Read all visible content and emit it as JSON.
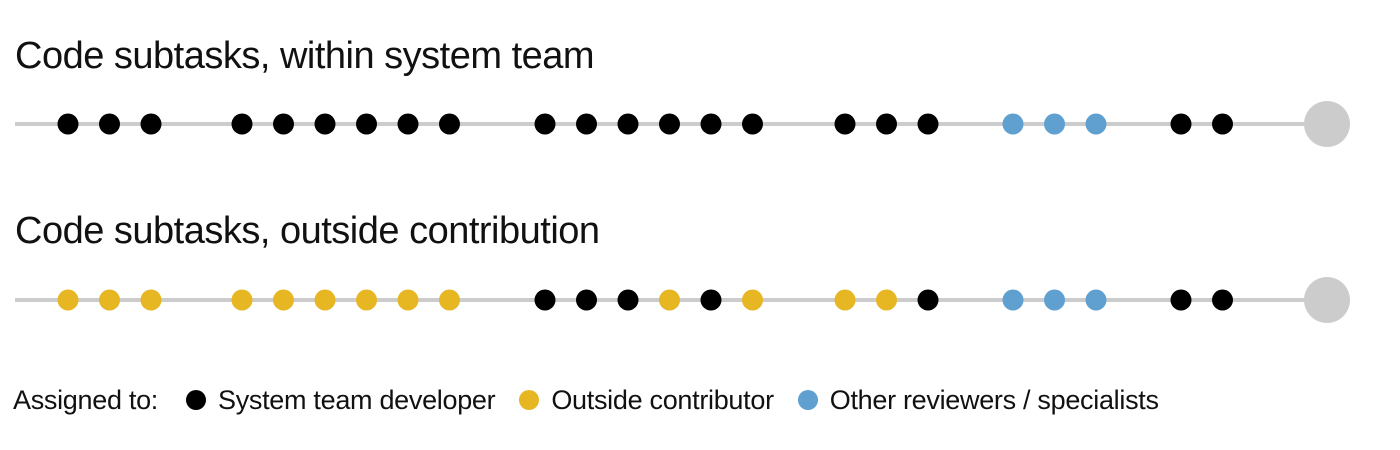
{
  "colors": {
    "system": "#000000",
    "outside": "#e6b623",
    "other": "#5fa0d1",
    "track": "#cccccc",
    "end": "#cccccc"
  },
  "rows": [
    {
      "title": "Code subtasks, within system team",
      "groups": [
        [
          "system",
          "system",
          "system"
        ],
        [
          "system",
          "system",
          "system",
          "system",
          "system",
          "system"
        ],
        [
          "system",
          "system",
          "system",
          "system",
          "system",
          "system"
        ],
        [
          "system",
          "system",
          "system"
        ],
        [
          "other",
          "other",
          "other"
        ],
        [
          "system",
          "system"
        ]
      ]
    },
    {
      "title": "Code subtasks, outside contribution",
      "groups": [
        [
          "outside",
          "outside",
          "outside"
        ],
        [
          "outside",
          "outside",
          "outside",
          "outside",
          "outside",
          "outside"
        ],
        [
          "system",
          "system",
          "system",
          "outside",
          "system",
          "outside"
        ],
        [
          "outside",
          "outside",
          "system"
        ],
        [
          "other",
          "other",
          "other"
        ],
        [
          "system",
          "system"
        ]
      ]
    }
  ],
  "legend": {
    "label": "Assigned to:",
    "items": [
      {
        "key": "system",
        "label": "System team developer"
      },
      {
        "key": "outside",
        "label": "Outside contributor"
      },
      {
        "key": "other",
        "label": "Other reviewers / specialists"
      }
    ]
  }
}
